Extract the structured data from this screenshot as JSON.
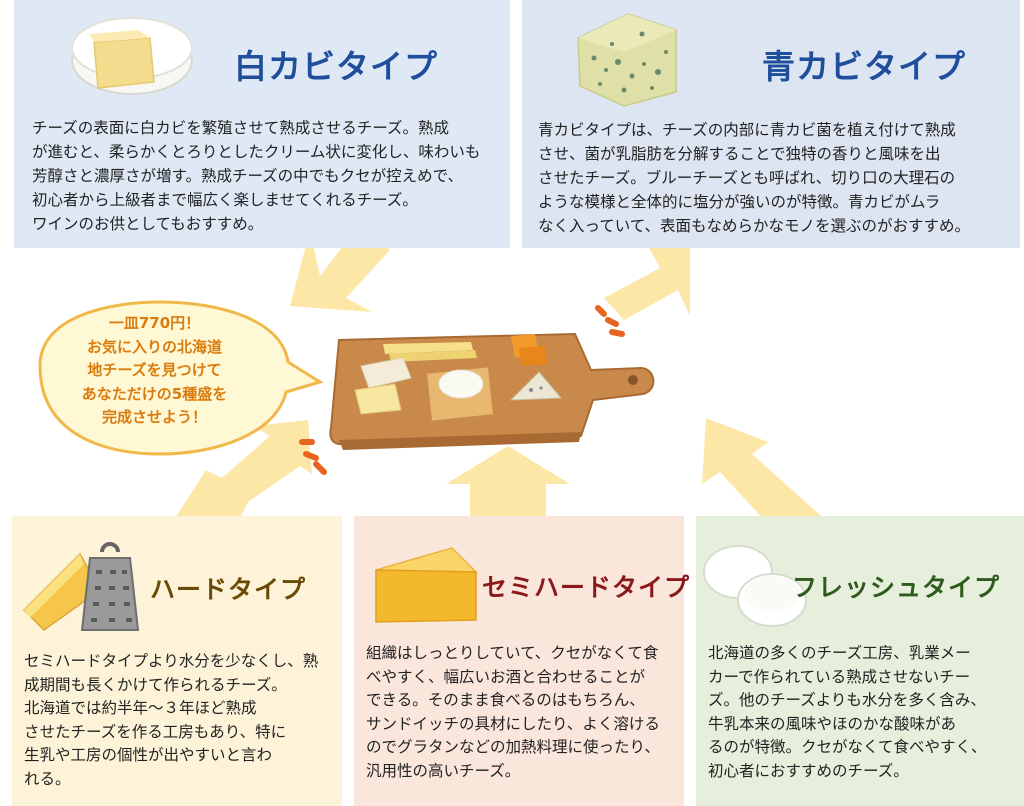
{
  "types": {
    "white": {
      "title": "白カビタイプ",
      "desc": [
        "チーズの表面に白カビを繁殖させて熟成させるチーズ。熟成",
        "が進むと、柔らかくとろりとしたクリーム状に変化し、味わいも",
        "芳醇さと濃厚さが増す。熟成チーズの中でもクセが控えめで、",
        "初心者から上級者まで幅広く楽しませてくれるチーズ。",
        "ワインのお供としてもおすすめ。"
      ]
    },
    "blue": {
      "title": "青カビタイプ",
      "desc": [
        "青カビタイプは、チーズの内部に青カビ菌を植え付けて熟成",
        "させ、菌が乳脂肪を分解することで独特の香りと風味を出",
        "させたチーズ。ブルーチーズとも呼ばれ、切り口の大理石の",
        "ような模様と全体的に塩分が強いのが特徴。青カビがムラ",
        "なく入っていて、表面もなめらかなモノを選ぶのがおすすめ。"
      ]
    },
    "hard": {
      "title": "ハードタイプ",
      "desc": [
        "セミハードタイプより水分を少なくし、熟",
        "成期間も長くかけて作られるチーズ。",
        "北海道では約半年～３年ほど熟成",
        "させたチーズを作る工房もあり、特に",
        "生乳や工房の個性が出やすいと言わ",
        "れる。"
      ]
    },
    "semihard": {
      "title": "セミハードタイプ",
      "desc": [
        "組織はしっとりしていて、クセがなくて食",
        "べやすく、幅広いお酒と合わせることが",
        "できる。そのまま食べるのはもちろん、",
        "サンドイッチの具材にしたり、よく溶ける",
        "のでグラタンなどの加熱料理に使ったり、",
        "汎用性の高いチーズ。"
      ]
    },
    "fresh": {
      "title": "フレッシュタイプ",
      "desc": [
        "北海道の多くのチーズ工房、乳業メー",
        "カーで作られている熟成させないチー",
        "ズ。他のチーズよりも水分を多く含み、",
        "牛乳本来の風味やほのかな酸味があ",
        "るのが特徴。クセがなくて食べやすく、",
        "初心者におすすめのチーズ。"
      ]
    }
  },
  "bubble": {
    "lines": [
      "一皿770円！",
      "お気に入りの北海道",
      "地チーズを見つけて",
      "あなただけの5種盛を",
      "完成させよう！"
    ]
  },
  "colors": {
    "white_panel": "#dfe9f5",
    "blue_panel": "#dde5f2",
    "hard_panel": "#fdf3d8",
    "semihard_panel": "#fbe6dc",
    "fresh_panel": "#e6efdc",
    "white_title": "#1f4e9c",
    "blue_title": "#1f4e9c",
    "hard_title": "#6b4a08",
    "semihard_title": "#8a1a1a",
    "fresh_title": "#2e5a1e",
    "arrow": "#fde7a6",
    "bubble_fill": "#fff8d4",
    "bubble_stroke": "#f0b84a",
    "bubble_text": "#d97b0f"
  },
  "icons": [
    "camembert-cheese-icon",
    "blue-cheese-icon",
    "cheese-grater-icon",
    "cheese-wedge-icon",
    "fresh-cheese-icon",
    "cheese-board-image"
  ]
}
